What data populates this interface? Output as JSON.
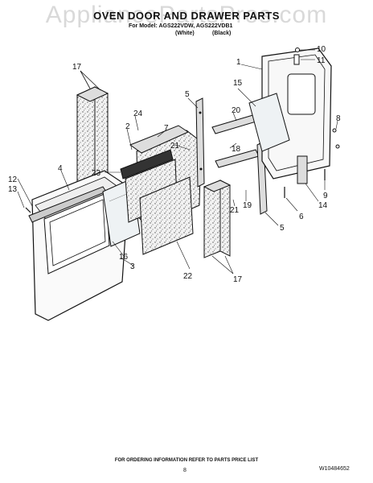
{
  "header": {
    "title": "OVEN DOOR AND DRAWER PARTS",
    "for_model": "For Model: AGS222VDW, AGS222VDB1",
    "color_white": "(White)",
    "color_black": "(Black)"
  },
  "watermark": "AppliancePartsPros.com",
  "footer": {
    "ordering_note": "FOR ORDERING INFORMATION REFER TO PARTS PRICE LIST",
    "page_number": "8",
    "document_id": "W10484652"
  },
  "callouts": [
    "1",
    "2",
    "3",
    "4",
    "5",
    "5",
    "6",
    "7",
    "8",
    "9",
    "10",
    "11",
    "12",
    "13",
    "14",
    "15",
    "16",
    "17",
    "17",
    "18",
    "19",
    "20",
    "21",
    "21",
    "22",
    "23",
    "24"
  ]
}
